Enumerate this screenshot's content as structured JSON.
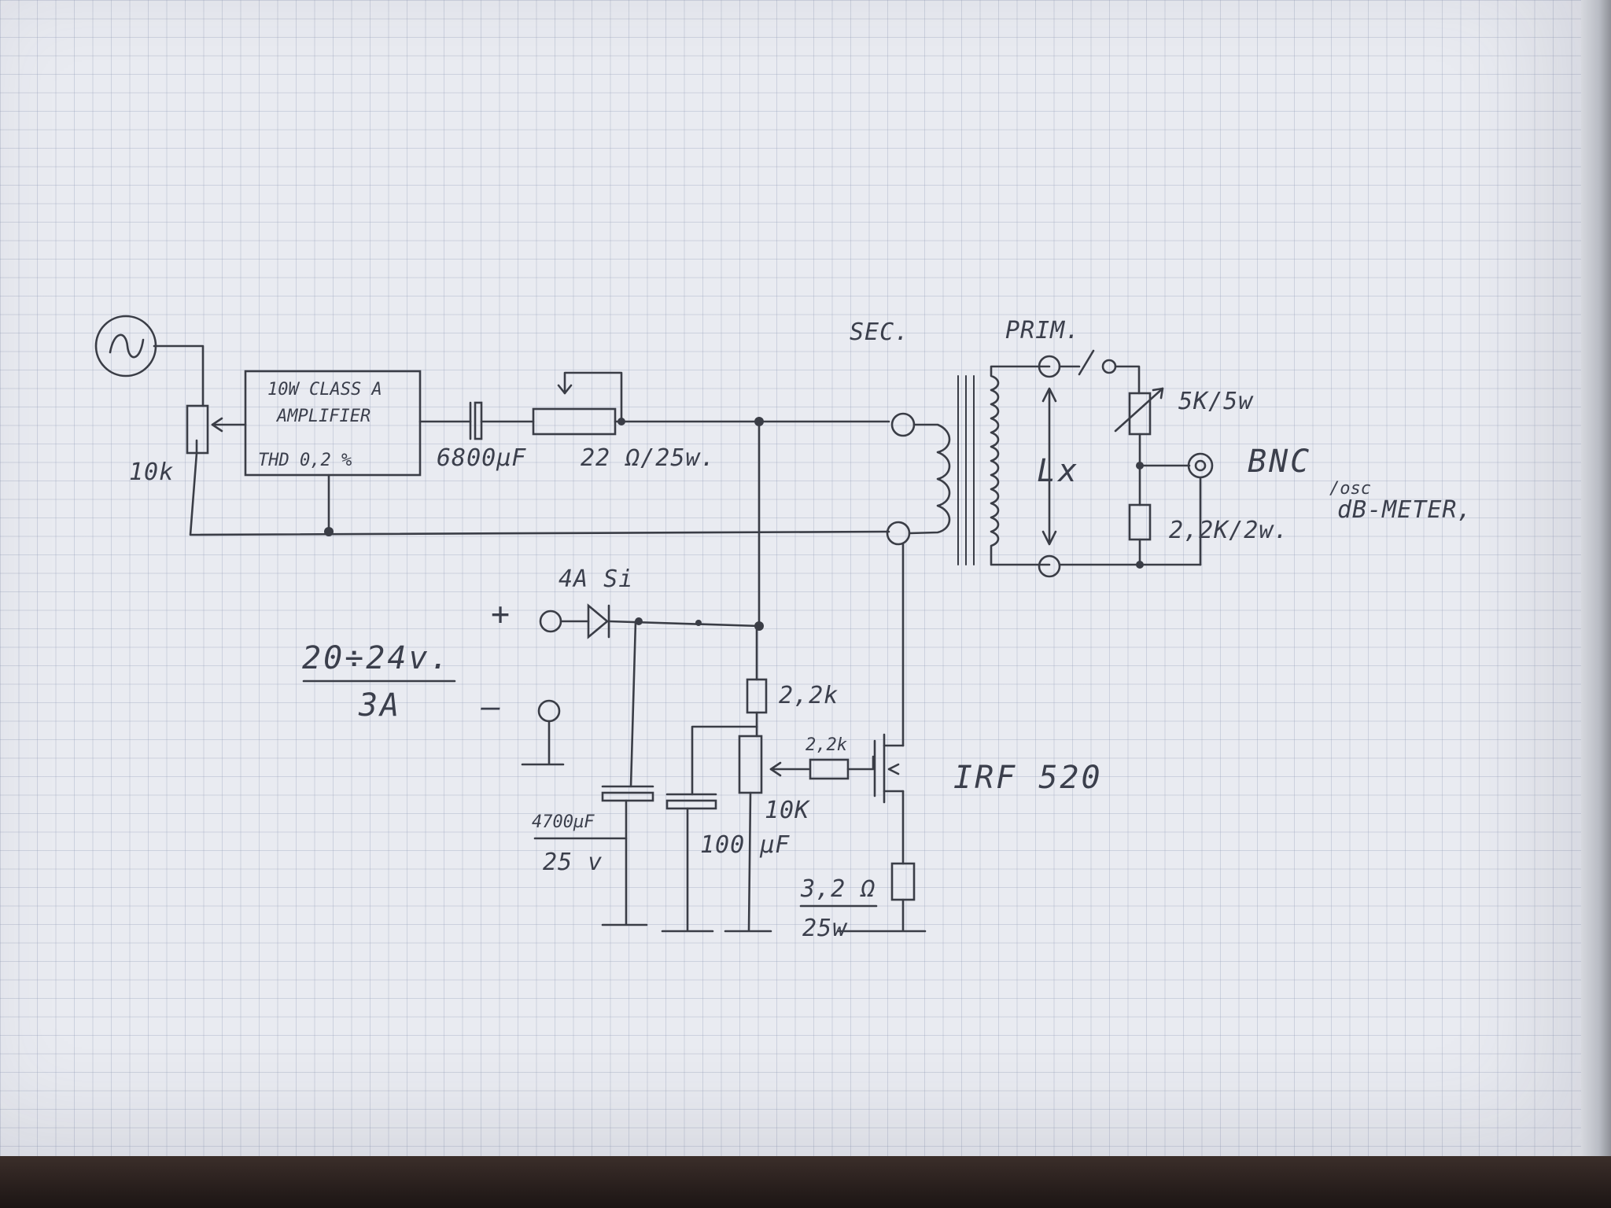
{
  "labels": {
    "amp_line1": "10W CLASS A",
    "amp_line2": "AMPLIFIER",
    "amp_line3": "THD 0,2 %",
    "pot_input": "10k",
    "cap_coupling": "6800µF",
    "rheostat": "22 Ω/25w.",
    "sec": "SEC.",
    "prim": "PRIM.",
    "inductor": "Lx",
    "pot_5k": "5K/5w",
    "bnc": "BNC",
    "osc": "/osc",
    "dbmeter": "dB-METER,",
    "res_22k_2w": "2,2K/2w.",
    "diode": "4A Si",
    "plus": "+",
    "minus": "–",
    "supply_top": "20÷24v.",
    "supply_bottom": "3A",
    "res_22k_top": "2,2k",
    "res_22k_gate": "2,2k",
    "pot_bias": "10K",
    "cap_bulk_top": "4700µF",
    "cap_bulk_bottom": "25 v",
    "cap_100": "100 µF",
    "mosfet": "IRF 520",
    "res_source_top": "3,2 Ω",
    "res_source_bottom": "25w"
  }
}
